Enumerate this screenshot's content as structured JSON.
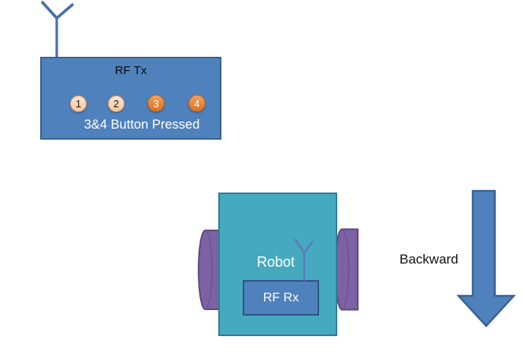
{
  "transmitter": {
    "label": "RF Tx",
    "status": "3&4 Button Pressed",
    "buttons": [
      {
        "label": "1",
        "pressed": false
      },
      {
        "label": "2",
        "pressed": false
      },
      {
        "label": "3",
        "pressed": true
      },
      {
        "label": "4",
        "pressed": true
      }
    ]
  },
  "robot": {
    "label": "Robot",
    "receiver_label": "RF Rx"
  },
  "direction": {
    "label": "Backward",
    "arrow_direction": "down"
  },
  "colors": {
    "box_blue": "#4F81BD",
    "box_blue_border": "#3A628F",
    "rx_box_border": "#2F5681",
    "robot_teal": "#45AABF",
    "robot_teal_border": "#2E8092",
    "wheel_purple": "#7D61A5",
    "wheel_purple_border": "#5E4A7D",
    "wheel_rim": "#6B5191",
    "button_idle_fill": "#FBD5B5",
    "button_idle_border": "#DE9456",
    "button_pressed_fill": "#E2863B",
    "button_pressed_border": "#B5591B",
    "antenna_blue": "#4472AC",
    "rx_antenna_blue": "#5B7CBC",
    "arrow_fill": "#4F81BD",
    "arrow_border": "#3A6294"
  }
}
